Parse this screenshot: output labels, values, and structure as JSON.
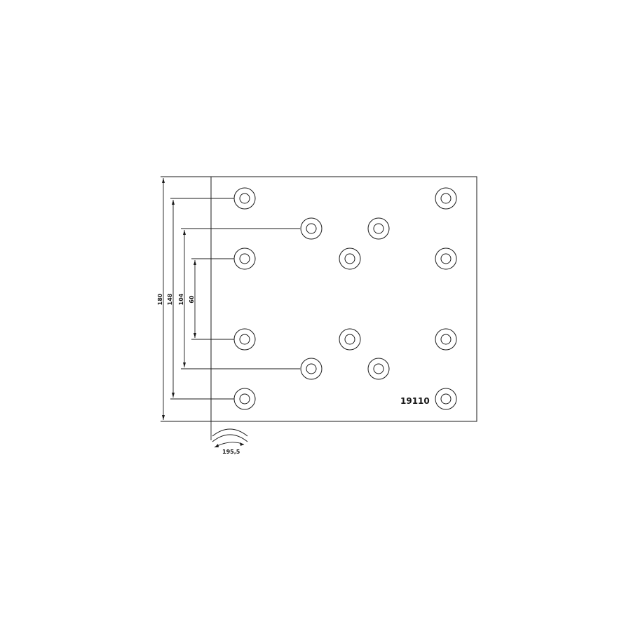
{
  "part_number": "19110",
  "radius_label": "195,5",
  "dimensions": [
    {
      "id": "dim-180",
      "label": "180"
    },
    {
      "id": "dim-148",
      "label": "148"
    },
    {
      "id": "dim-104",
      "label": "104"
    },
    {
      "id": "dim-60",
      "label": "60"
    }
  ],
  "rivet_count": 14,
  "colors": {
    "stroke": "#1a1a1a",
    "background": "#ffffff"
  }
}
